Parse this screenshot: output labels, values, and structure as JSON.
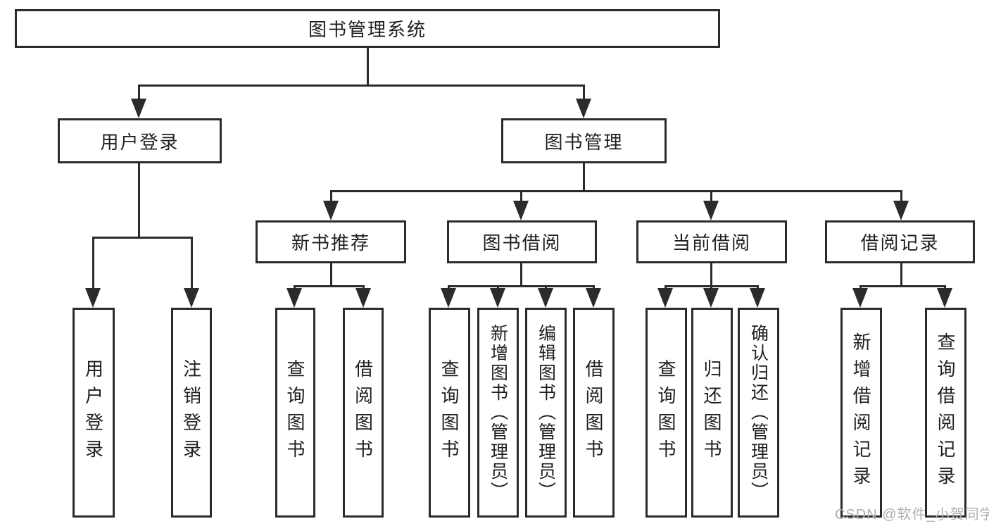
{
  "diagram": {
    "title_node": {
      "label": "图书管理系统"
    },
    "level2": [
      {
        "id": "user-login",
        "label": "用户登录"
      },
      {
        "id": "book-management",
        "label": "图书管理"
      }
    ],
    "level3": [
      {
        "id": "new-book-recommend",
        "label": "新书推荐"
      },
      {
        "id": "book-borrowing",
        "label": "图书借阅"
      },
      {
        "id": "current-borrowing",
        "label": "当前借阅"
      },
      {
        "id": "borrowing-records",
        "label": "借阅记录"
      }
    ],
    "level4": [
      {
        "id": "user-login-leaf",
        "label": "用户登录",
        "parent": "用户登录"
      },
      {
        "id": "logout",
        "label": "注销登录",
        "parent": "用户登录"
      },
      {
        "id": "query-books-recommend",
        "label": "查询图书",
        "parent": "新书推荐"
      },
      {
        "id": "borrow-books-recommend",
        "label": "借阅图书",
        "parent": "新书推荐"
      },
      {
        "id": "query-books-borrowing",
        "label": "查询图书",
        "parent": "图书借阅"
      },
      {
        "id": "add-books-admin",
        "label": "新增图书（管理员）",
        "parent": "图书借阅"
      },
      {
        "id": "edit-books-admin",
        "label": "编辑图书（管理员）",
        "parent": "图书借阅"
      },
      {
        "id": "borrow-books-borrowing",
        "label": "借阅图书",
        "parent": "图书借阅"
      },
      {
        "id": "query-books-current",
        "label": "查询图书",
        "parent": "当前借阅"
      },
      {
        "id": "return-books",
        "label": "归还图书",
        "parent": "当前借阅"
      },
      {
        "id": "confirm-return-admin",
        "label": "确认归还（管理员）",
        "parent": "当前借阅"
      },
      {
        "id": "add-borrow-record",
        "label": "新增借阅记录",
        "parent": "借阅记录"
      },
      {
        "id": "query-borrow-record",
        "label": "查询借阅记录",
        "parent": "借阅记录"
      }
    ],
    "line_color": "#2b2b2b"
  },
  "watermark": "CSDN @软件_小贺同学"
}
